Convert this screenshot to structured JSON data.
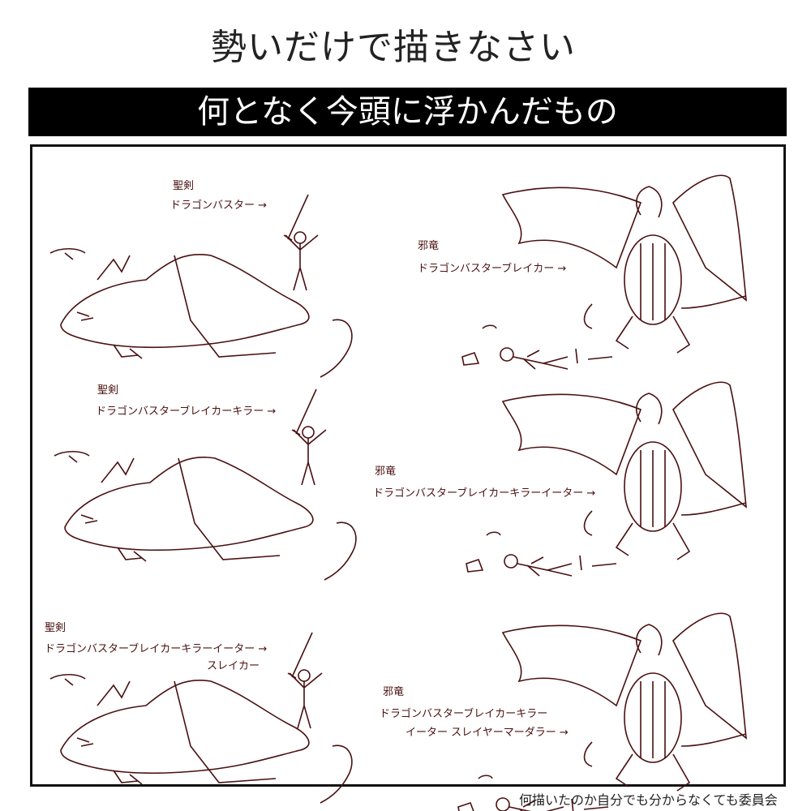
{
  "title": "勢いだけで描きなさい",
  "subtitle": "何となく今頭に浮かんだもの",
  "panels": [
    {
      "sword_label": "聖剣",
      "sword_name": "ドラゴンバスター →",
      "dragon_label": "邪竜",
      "dragon_name": "ドラゴンバスターブレイカー →"
    },
    {
      "sword_label": "聖剣",
      "sword_name": "ドラゴンバスターブレイカーキラー →",
      "dragon_label": "邪竜",
      "dragon_name": "ドラゴンバスターブレイカーキラーイーター →"
    },
    {
      "sword_label": "聖剣",
      "sword_name": "ドラゴンバスターブレイカーキラーイーター →",
      "sword_name_2": "スレイカー",
      "dragon_label": "邪竜",
      "dragon_name": "ドラゴンバスターブレイカーキラー",
      "dragon_name_2": "イーター スレイヤーマーダラー →"
    }
  ],
  "footer": "何描いたのか自分でも分からなくても委員会",
  "colors": {
    "ink": "#4a1010",
    "bar": "#000000"
  }
}
